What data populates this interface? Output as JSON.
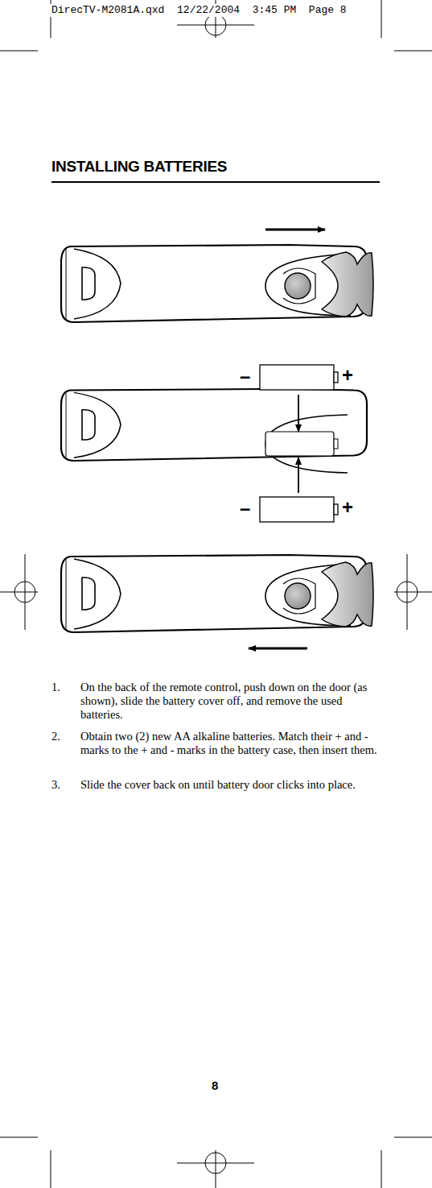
{
  "diagram": {
    "title": "INSTALLING BATTERIES",
    "labels": [
      "DirecTV-M2081A.qxd  12/22/2004  3:45 PM  Page 8",
      "–",
      "+",
      "–",
      "+",
      "1.",
      "On the back of the remote control, push down on the door (as shown), slide the battery cover off, and remove the used batteries.",
      "2.",
      "Obtain two (2) new AA alkaline batteries. Match their + and - marks to the + and - marks in the battery case, then insert them.",
      "3.",
      "Slide the cover back on until battery door clicks into place.",
      "8"
    ]
  }
}
